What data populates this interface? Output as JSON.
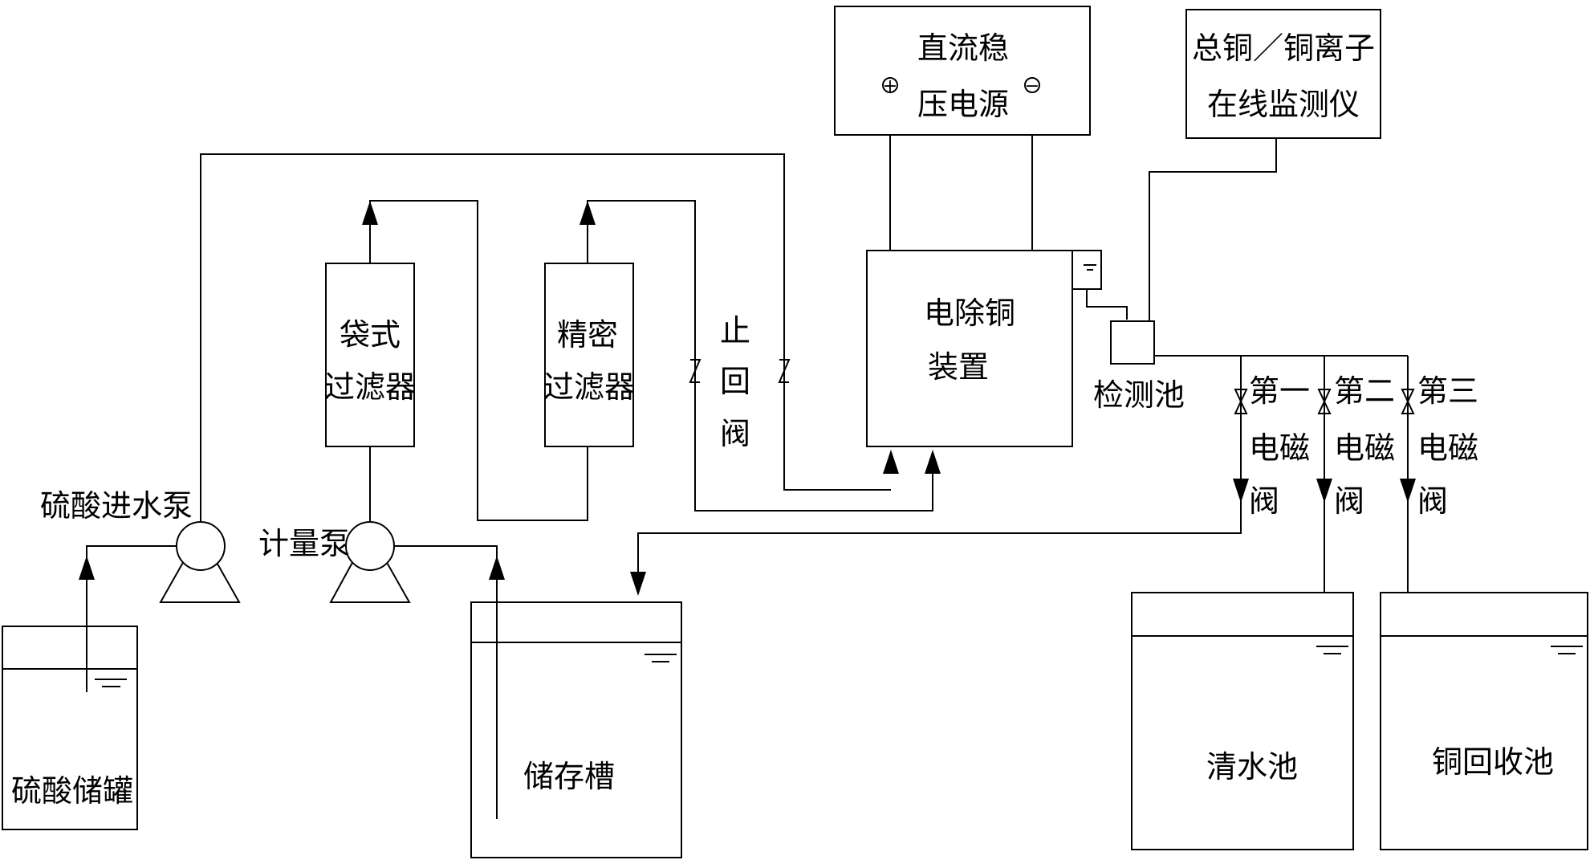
{
  "colors": {
    "line": "#000000",
    "background": "#ffffff"
  },
  "components": {
    "dc_power": {
      "line1": "直流稳",
      "line2": "压电源",
      "plus": "+",
      "minus": "−"
    },
    "monitor": {
      "line1": "总铜／铜离子",
      "line2": "在线监测仪"
    },
    "bag_filter": {
      "line1": "袋式",
      "line2": "过滤器"
    },
    "precision_filter": {
      "line1": "精密",
      "line2": "过滤器"
    },
    "check_valve": {
      "c1": "止",
      "c2": "回",
      "c3": "阀"
    },
    "electro_copper": {
      "line1": "电除铜",
      "line2": "装置"
    },
    "detection_tank": {
      "label": "检测池"
    },
    "valve1": {
      "l1": "第一",
      "l2": "电磁",
      "l3": "阀"
    },
    "valve2": {
      "l1": "第二",
      "l2": "电磁",
      "l3": "阀"
    },
    "valve3": {
      "l1": "第三",
      "l2": "电磁",
      "l3": "阀"
    },
    "acid_pump": {
      "label": "硫酸进水泵"
    },
    "metering_pump": {
      "label": "计量泵"
    },
    "acid_tank": {
      "label": "硫酸储罐"
    },
    "storage_tank": {
      "label": "储存槽"
    },
    "clean_pool": {
      "label": "清水池"
    },
    "copper_pool": {
      "label": "铜回收池"
    }
  }
}
